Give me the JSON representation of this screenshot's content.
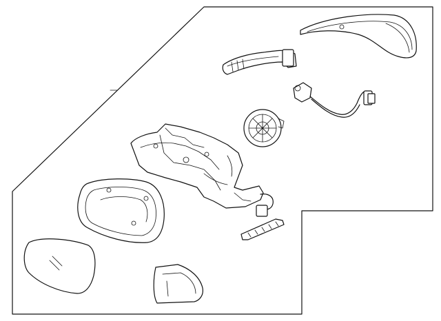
{
  "diagram": {
    "parts": [
      {
        "name": "mirror-cover-cap"
      },
      {
        "name": "turn-signal-lamp"
      },
      {
        "name": "puddle-lamp-wiring-harness"
      },
      {
        "name": "mirror-motor-actuator"
      },
      {
        "name": "mirror-housing-assembly"
      },
      {
        "name": "mirror-glass-frame"
      },
      {
        "name": "mirror-glass"
      },
      {
        "name": "mirror-base-trim-cover"
      },
      {
        "name": "gasket-seal"
      }
    ]
  }
}
